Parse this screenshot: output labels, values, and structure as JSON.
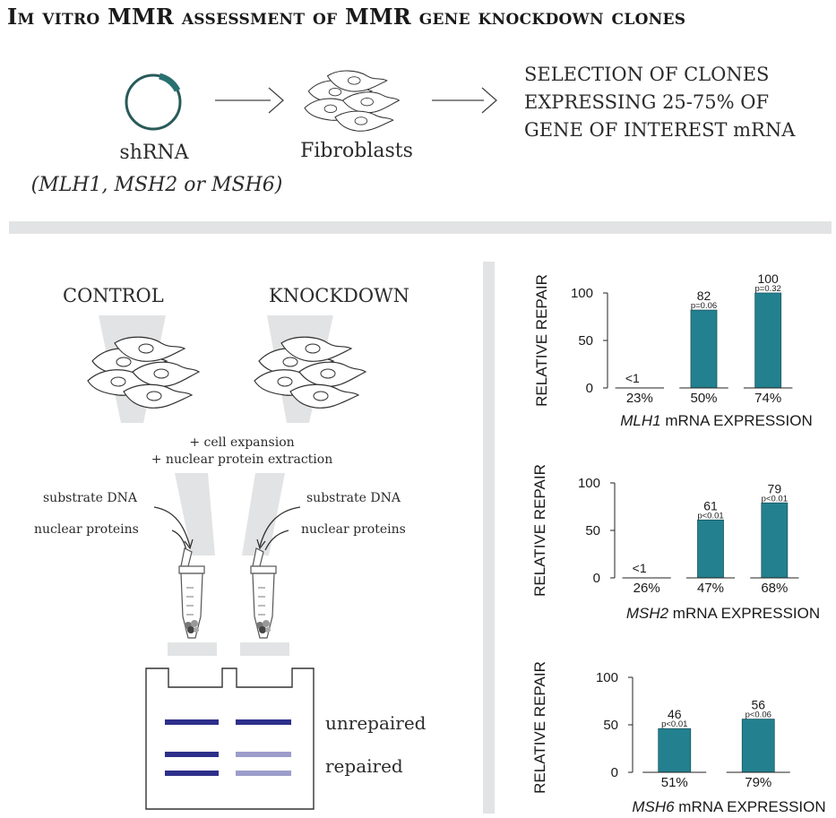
{
  "title": "Im vitro MMR assessment of MMR gene knockdown clones",
  "workflow": {
    "shrna_label": "shRNA",
    "shrna_genes": "(MLH1, MSH2 or MSH6)",
    "fibroblasts_label": "Fibroblasts",
    "selection_lines": [
      "SELECTION OF CLONES",
      "EXPRESSING 25-75% OF",
      "GENE OF INTEREST mRNA"
    ]
  },
  "assay": {
    "control_label": "CONTROL",
    "knockdown_label": "KNOCKDOWN",
    "step_lines": [
      "+ cell expansion",
      "+ nuclear protein extraction"
    ],
    "substrate_label": "substrate DNA",
    "proteins_label": "nuclear proteins",
    "unrepaired_label": "unrepaired",
    "repaired_label": "repaired"
  },
  "colors": {
    "bar": "#23808f",
    "band_dark": "#2e2f8a",
    "band_light": "#9d9dcc",
    "panel_gray": "#e2e3e4"
  },
  "chart_data": [
    {
      "type": "bar",
      "ylabel": "RELATIVE REPAIR",
      "xlabel_gene": "MLH1",
      "xlabel_rest": " mRNA EXPRESSION",
      "ylim": [
        0,
        100
      ],
      "yticks": [
        0,
        50,
        100
      ],
      "categories": [
        "23%",
        "50%",
        "74%"
      ],
      "values": [
        0,
        82,
        100
      ],
      "value_labels": [
        "<1",
        "82",
        "100"
      ],
      "p_labels": [
        "",
        "p=0.06",
        "p=0.32"
      ]
    },
    {
      "type": "bar",
      "ylabel": "RELATIVE REPAIR",
      "xlabel_gene": "MSH2",
      "xlabel_rest": " mRNA EXPRESSION",
      "ylim": [
        0,
        100
      ],
      "yticks": [
        0,
        50,
        100
      ],
      "categories": [
        "26%",
        "47%",
        "68%"
      ],
      "values": [
        0,
        61,
        79
      ],
      "value_labels": [
        "<1",
        "61",
        "79"
      ],
      "p_labels": [
        "",
        "p<0.01",
        "p<0.01"
      ]
    },
    {
      "type": "bar",
      "ylabel": "RELATIVE REPAIR",
      "xlabel_gene": "MSH6",
      "xlabel_rest": " mRNA EXPRESSION",
      "ylim": [
        0,
        100
      ],
      "yticks": [
        0,
        50,
        100
      ],
      "categories": [
        "51%",
        "79%"
      ],
      "values": [
        46,
        56
      ],
      "value_labels": [
        "46",
        "56"
      ],
      "p_labels": [
        "p<0.01",
        "p<0.06"
      ]
    }
  ]
}
